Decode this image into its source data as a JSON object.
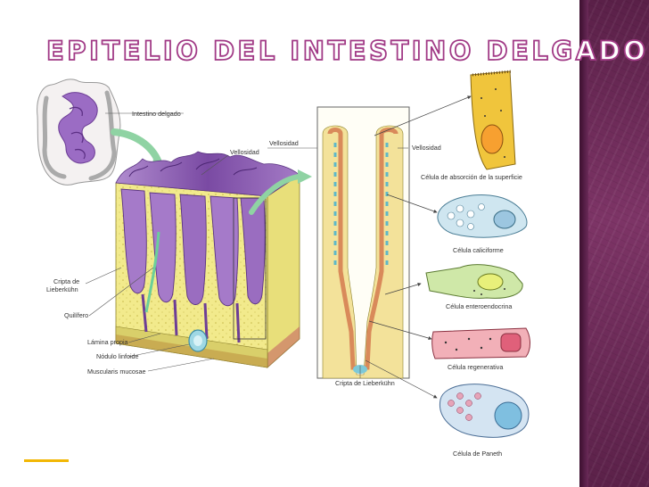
{
  "title": "EPITELIO DEL INTESTINO DELGADO",
  "colors": {
    "title_outline": "#a13a86",
    "sidebar": "#6b2a5b",
    "accent_line": "#f2b705",
    "villus_purple": "#8e5fb3",
    "lamina_yellow": "#f2ea8c",
    "arrow_green": "#8fd3a3"
  },
  "labels": {
    "intestine": "Intestino delgado",
    "villus_left": "Vellosidad",
    "villus_block": "Vellosidad",
    "villus_right": "Vellosidad",
    "crypt": "Cripta de\nLieberkühn",
    "lacteal": "Quilífero",
    "lamina": "Lámina propia",
    "lymph": "Nódulo linfoide",
    "muscularis": "Muscularis mucosae",
    "crypt_bottom": "Cripta de Lieberkühn"
  },
  "cells": [
    {
      "label": "Célula de absorción de la superficie",
      "icon": "absorptive-cell-icon"
    },
    {
      "label": "Célula caliciforme",
      "icon": "goblet-cell-icon"
    },
    {
      "label": "Célula enteroendocrina",
      "icon": "enteroendocrine-cell-icon"
    },
    {
      "label": "Célula regenerativa",
      "icon": "regenerative-cell-icon"
    },
    {
      "label": "Célula de Paneth",
      "icon": "paneth-cell-icon"
    }
  ]
}
